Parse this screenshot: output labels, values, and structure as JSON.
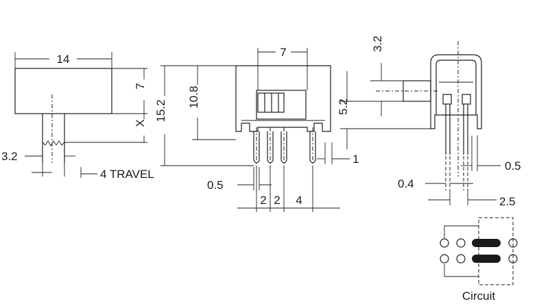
{
  "dimensions": {
    "body_length": "14",
    "actuator_height": "7",
    "actuator_x": "X",
    "total_height": "15.2",
    "body_height": "10.8",
    "actuator_spacing": "7",
    "actuator_width": "3.2",
    "travel": "4 TRAVEL",
    "pin_gap": "1",
    "pin_width": "0.5",
    "pitch_a": "2",
    "pitch_b": "2",
    "pitch_c": "4",
    "side_top": "3.2",
    "side_height": "5.2",
    "side_pin_width": "0.5",
    "side_pin_thickness": "0.4",
    "side_pitch": "2.5"
  },
  "circuit": {
    "label": "Circuit"
  },
  "colors": {
    "line": "#1a1a1a",
    "background": "#ffffff"
  }
}
